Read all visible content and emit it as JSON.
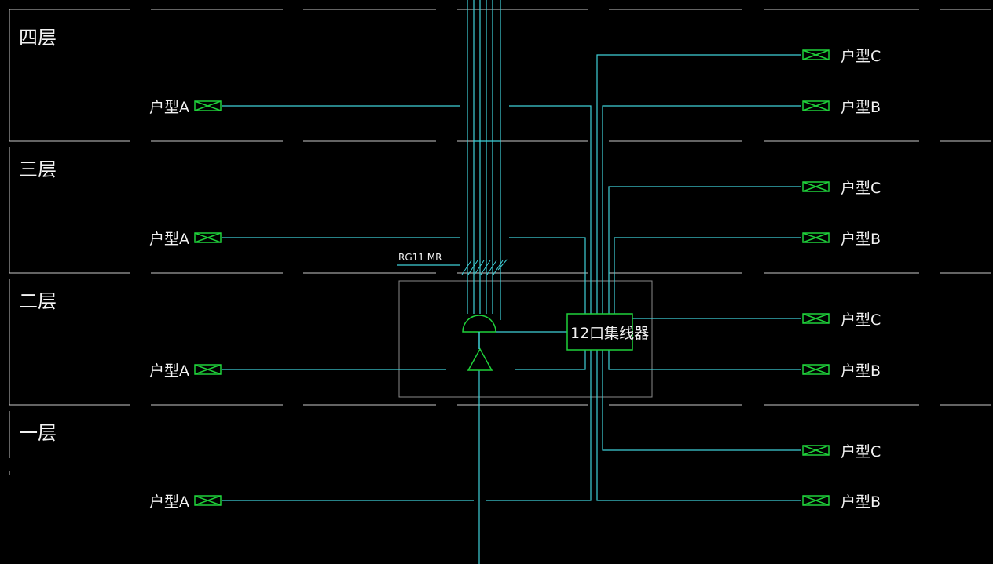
{
  "floors": [
    "四层",
    "三层",
    "二层",
    "一层"
  ],
  "units_left": [
    "户型A",
    "户型A",
    "户型A",
    "户型A"
  ],
  "units_right": [
    "户型C",
    "户型B",
    "户型C",
    "户型B",
    "户型C",
    "户型B",
    "户型C",
    "户型B"
  ],
  "cable_label": "RG11 MR",
  "hub_label": "12口集线器",
  "colors": {
    "wire": "#3fd0d8",
    "device": "#1fd13a",
    "floor_line": "#c8c8c8",
    "text": "#f2f2f2",
    "box": "#8a8a8a"
  }
}
